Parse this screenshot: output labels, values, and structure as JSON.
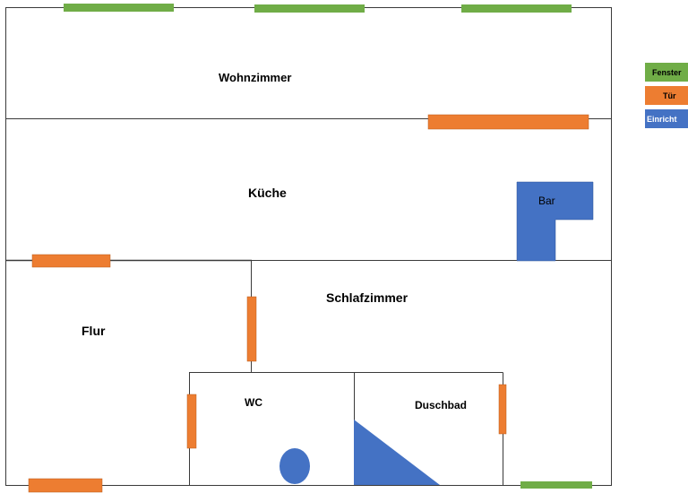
{
  "colors": {
    "window": "#70AD47",
    "door": "#ED7D31",
    "furniture": "#4472C4",
    "wall": "#3a3a3a",
    "legend_text_light": "#ffffff",
    "legend_text_dark": "#000000"
  },
  "rooms": {
    "wohnzimmer": "Wohnzimmer",
    "kueche": "Küche",
    "schlafzimmer": "Schlafzimmer",
    "flur": "Flur",
    "wc": "WC",
    "duschbad": "Duschbad"
  },
  "furniture": {
    "bar": "Bar"
  },
  "legend": {
    "fenster": "Fenster",
    "tuer": "Tür",
    "einrichtung": "Einricht"
  }
}
